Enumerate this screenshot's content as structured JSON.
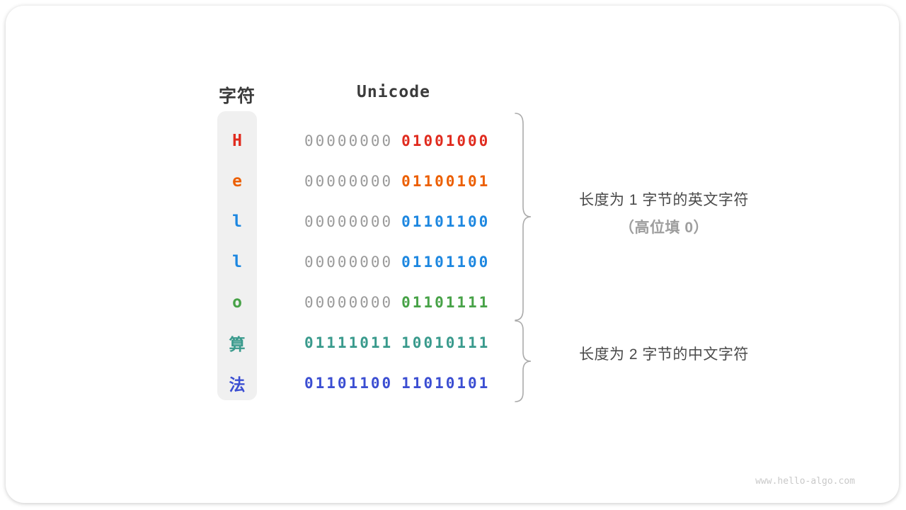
{
  "diagram": {
    "headers": {
      "char": "字符",
      "unicode": "Unicode"
    },
    "colors": {
      "muted_byte": "#9a9a9a",
      "column_bg": "#f0f0f0",
      "heading_text": "#3b3b3b",
      "annotation_text": "#4a4a4a",
      "annotation_sub_text": "#9e9e9e",
      "brace": "#ababab",
      "watermark_text": "#c9c9c9"
    },
    "rows": [
      {
        "char": "H",
        "color": "#e02b1e",
        "byte1": "00000000",
        "byte1_muted": true,
        "byte2": "01001000"
      },
      {
        "char": "e",
        "color": "#ec5f00",
        "byte1": "00000000",
        "byte1_muted": true,
        "byte2": "01100101"
      },
      {
        "char": "l",
        "color": "#1d87e0",
        "byte1": "00000000",
        "byte1_muted": true,
        "byte2": "01101100"
      },
      {
        "char": "l",
        "color": "#1d87e0",
        "byte1": "00000000",
        "byte1_muted": true,
        "byte2": "01101100"
      },
      {
        "char": "o",
        "color": "#47a247",
        "byte1": "00000000",
        "byte1_muted": true,
        "byte2": "01101111"
      },
      {
        "char": "算",
        "color": "#399a8c",
        "byte1": "01111011",
        "byte1_muted": false,
        "byte2": "10010111"
      },
      {
        "char": "法",
        "color": "#3b4ed2",
        "byte1": "01101100",
        "byte1_muted": false,
        "byte2": "11010101"
      }
    ],
    "annotations": [
      {
        "line1": "长度为 1 字节的英文字符",
        "line2": "（高位填 0）"
      },
      {
        "line1": "长度为 2 字节的中文字符"
      }
    ],
    "watermark": "www.hello-algo.com"
  }
}
